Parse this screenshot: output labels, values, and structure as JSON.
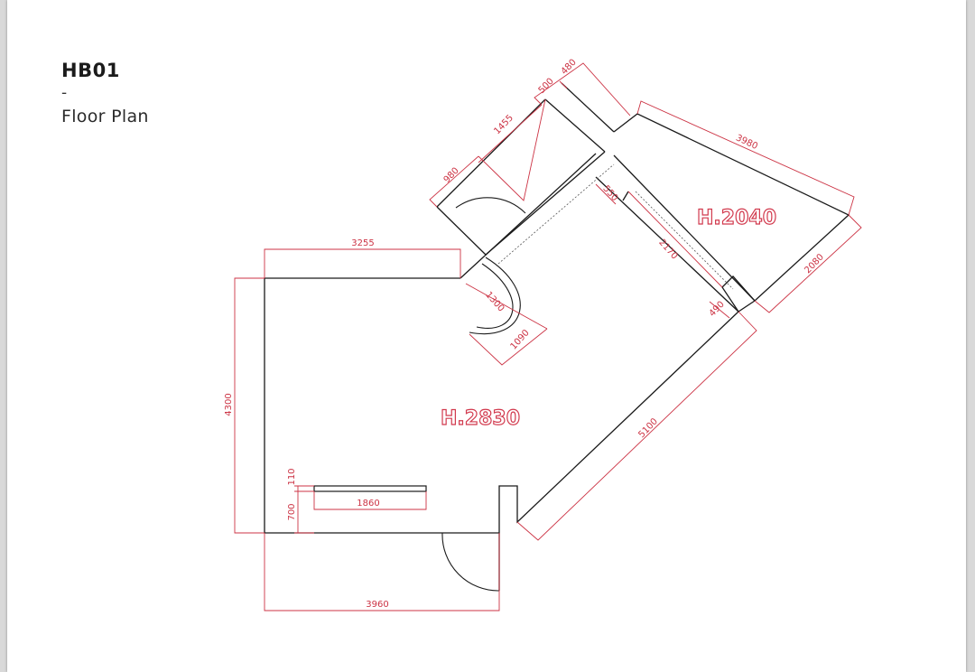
{
  "plan": {
    "title": "HB01",
    "separator": "-",
    "subtitle": "Floor Plan"
  },
  "colors": {
    "wall": "#1a1a1a",
    "dimension": "#cc3344",
    "background": "#ffffff"
  },
  "heights": {
    "main_room": "H.2830",
    "side_room": "H.2040"
  },
  "dimensions": {
    "top_wall": "3255",
    "left_wall": "4300",
    "bottom_wall": "3960",
    "diagonal_wall": "5100",
    "shelf_length": "1860",
    "shelf_depth": "110",
    "shelf_height": "700",
    "door_depth": "1300",
    "door_width": "1090",
    "corridor_width": "980",
    "corridor_length": "1455",
    "upper_a": "500",
    "upper_b": "480",
    "side_room_length": "3980",
    "side_room_width": "2080",
    "passage_width": "550",
    "passage_length": "2170",
    "wall_thickness": "490"
  }
}
